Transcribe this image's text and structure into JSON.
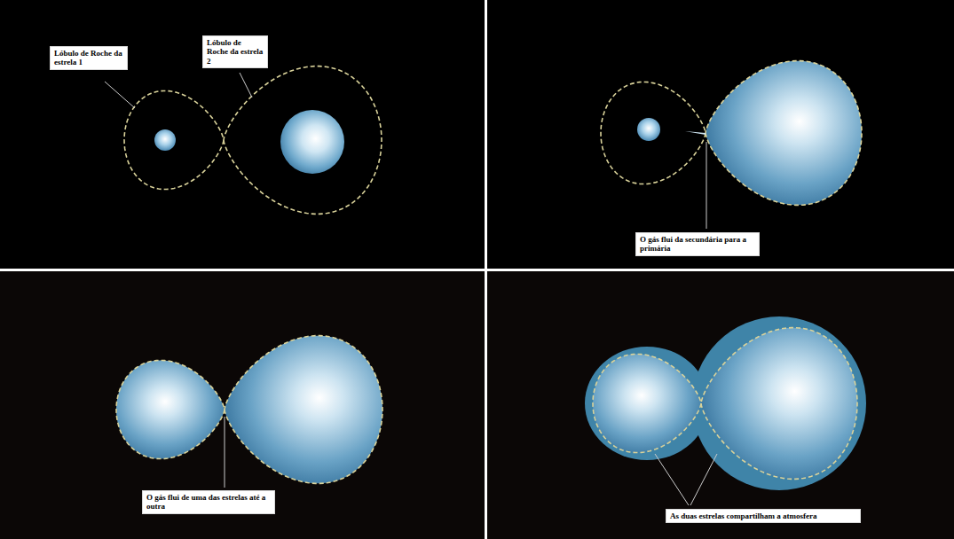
{
  "diagram": {
    "nodes": [
      {
        "text": [
          "Lóbulo de Roche da estrela 1"
        ]
      },
      {
        "text": [
          "Lóbulo de Roche da estrela 2"
        ]
      },
      {
        "text": [
          "O gás flui da secundária para a primária"
        ]
      },
      {
        "text": [
          "O gás flui de uma das estrelas até a outra"
        ]
      },
      {
        "text": [
          "As duas estrelas compartilham a atmosfera"
        ]
      }
    ]
  }
}
